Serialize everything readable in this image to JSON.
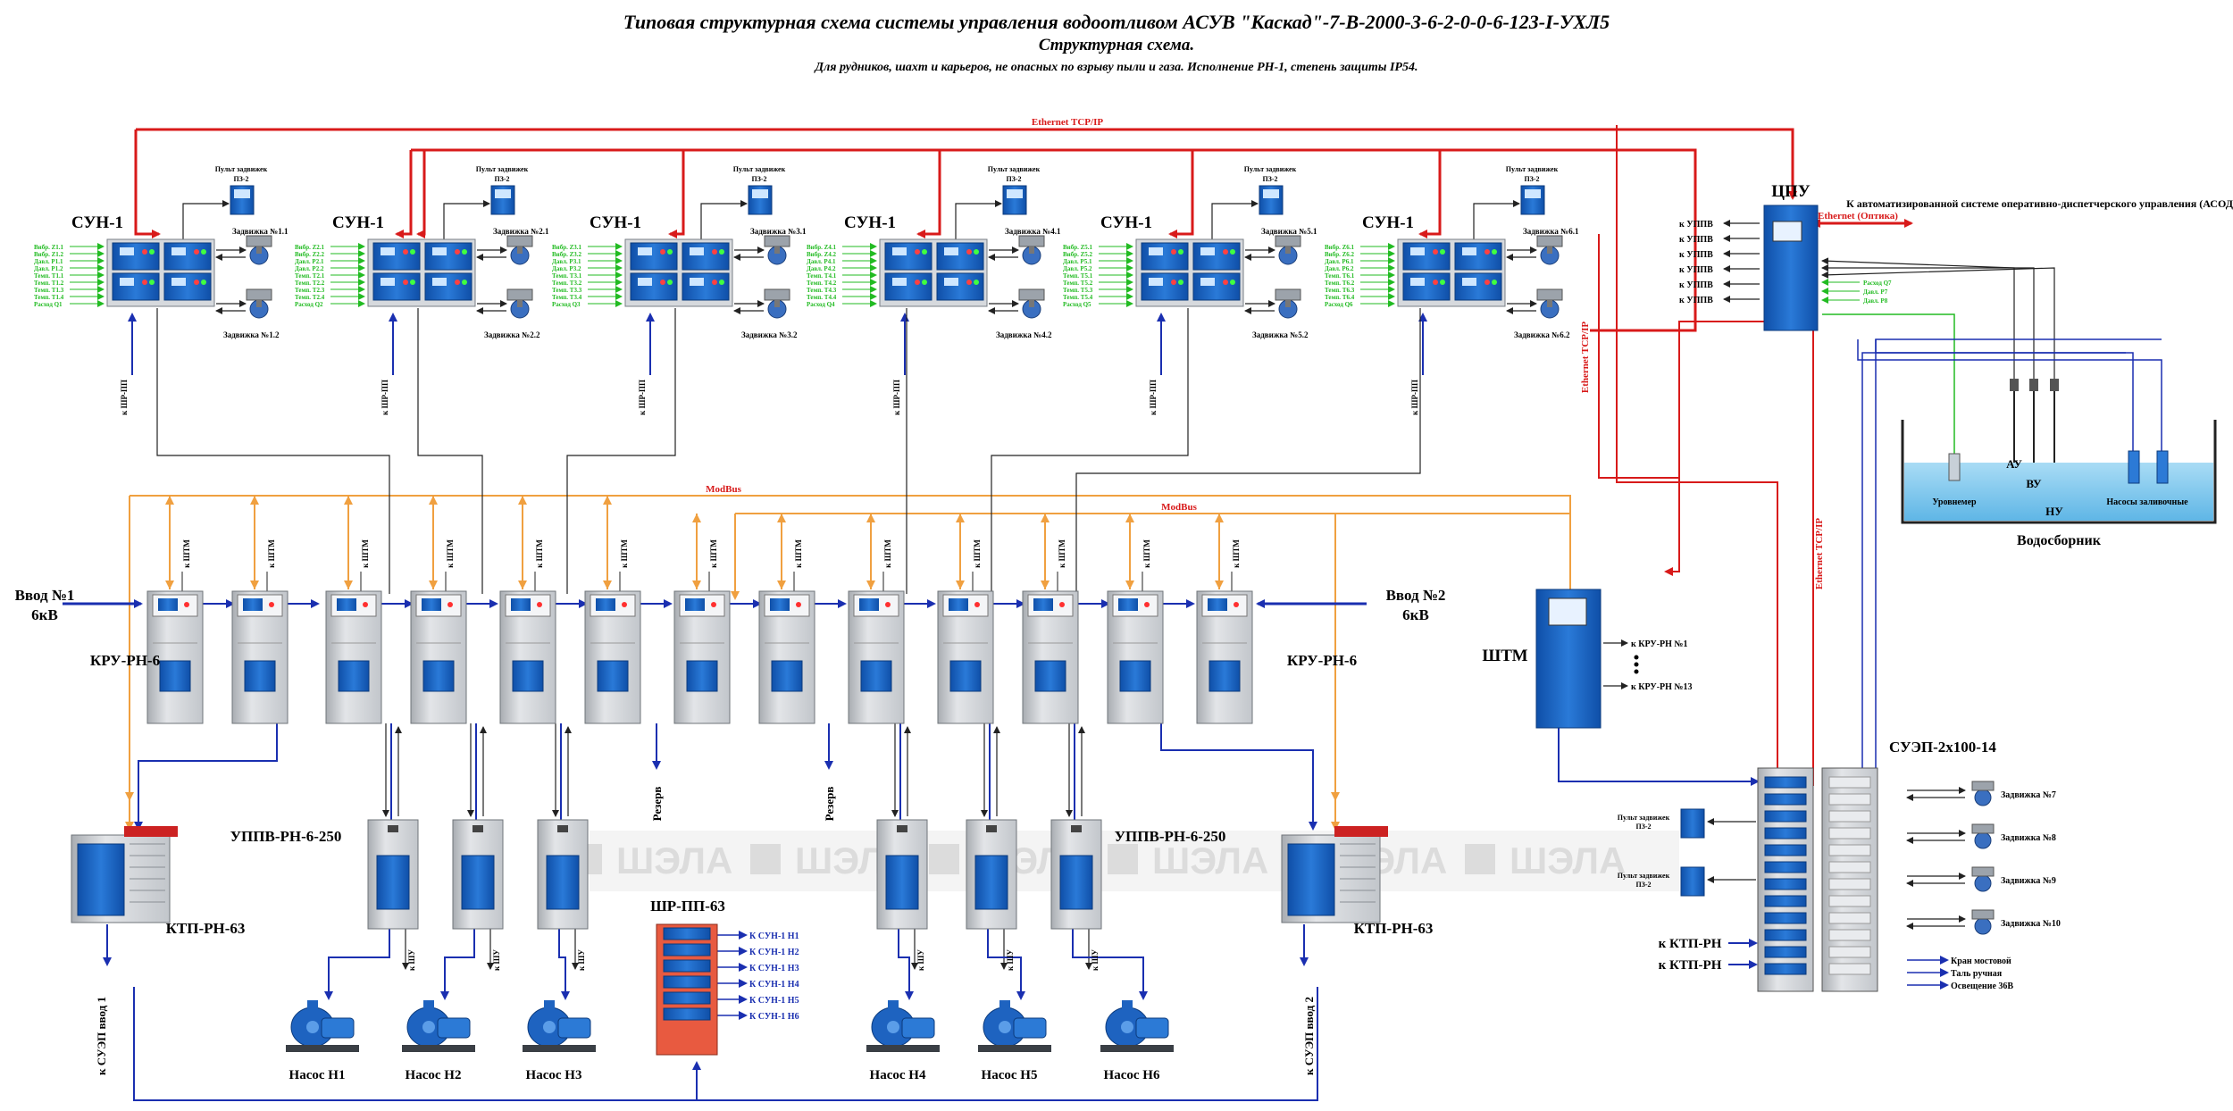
{
  "header": {
    "title": "Типовая структурная схема системы управления водоотливом АСУВ \"Каскад\"-7-В-2000-3-6-2-0-0-6-123-I-УХЛ5",
    "subtitle": "Структурная схема.",
    "note": "Для рудников, шахт и карьеров, не опасных по взрыву пыли и газа. Исполнение РН-1, степень защиты IP54."
  },
  "labels": {
    "ethernet": "Ethernet TCP/IP",
    "ethernet_optics": "Ethernet (Оптика)",
    "modbus": "ModBus",
    "sun": "СУН-1",
    "pult": "Пульт задвижек",
    "pz2": "ПЗ-2",
    "k_shr_pp": "к ШР-ПП",
    "k_shtm": "к ШТМ",
    "k_shu": "к ШУ",
    "vvod1": "Ввод №1",
    "vvod2": "Ввод №2",
    "kv": "6кВ",
    "kru": "КРУ-РН-6",
    "rezerv": "Резерв",
    "uppv": "УППВ-РН-6-250",
    "ktp": "КТП-РН-63",
    "shr": "ШР-ПП-63",
    "k_suep1": "к СУЭП ввод 1",
    "k_suep2": "к СУЭП ввод 2",
    "cpu": "ЦПУ",
    "k_uppv": "к УППВ",
    "asodu": "К автоматизированной системе оперативно-диспетчерского управления (АСОДУ)",
    "shtm": "ШТМ",
    "k_kru1": "к КРУ-РН №1",
    "k_kru13": "к КРУ-РН №13",
    "suep": "СУЭП-2х100-14",
    "k_ktp": "к КТП-РН",
    "au": "АУ",
    "vu": "ВУ",
    "nu": "НУ",
    "urovnemer": "Уровнемер",
    "nasosy_zal": "Насосы заливочные",
    "vodosbornik": "Водосборник",
    "watermark": "ШЭЛА"
  },
  "sun_inputs": [
    [
      "Вибр. Z1.1",
      "Вибр. Z1.2",
      "Давл. P1.1",
      "Давл. P1.2",
      "Темп. T1.1",
      "Темп. T1.2",
      "Темп. T1.3",
      "Темп. T1.4",
      "Расход Q1"
    ],
    [
      "Вибр. Z2.1",
      "Вибр. Z2.2",
      "Давл. P2.1",
      "Давл. P2.2",
      "Темп. T2.1",
      "Темп. T2.2",
      "Темп. T2.3",
      "Темп. T2.4",
      "Расход Q2"
    ],
    [
      "Вибр. Z3.1",
      "Вибр. Z3.2",
      "Давл. P3.1",
      "Давл. P3.2",
      "Темп. T3.1",
      "Темп. T3.2",
      "Темп. T3.3",
      "Темп. T3.4",
      "Расход Q3"
    ],
    [
      "Вибр. Z4.1",
      "Вибр. Z4.2",
      "Давл. P4.1",
      "Давл. P4.2",
      "Темп. T4.1",
      "Темп. T4.2",
      "Темп. T4.3",
      "Темп. T4.4",
      "Расход Q4"
    ],
    [
      "Вибр. Z5.1",
      "Вибр. Z5.2",
      "Давл. P5.1",
      "Давл. P5.2",
      "Темп. T5.1",
      "Темп. T5.2",
      "Темп. T5.3",
      "Темп. T5.4",
      "Расход Q5"
    ],
    [
      "Вибр. Z6.1",
      "Вибр. Z6.2",
      "Давл. P6.1",
      "Давл. P6.2",
      "Темп. T6.1",
      "Темп. T6.2",
      "Темп. T6.3",
      "Темп. T6.4",
      "Расход Q6"
    ]
  ],
  "valves_top": [
    "Задвижка №1.1",
    "Задвижка №2.1",
    "Задвижка №3.1",
    "Задвижка №4.1",
    "Задвижка №5.1",
    "Задвижка №6.1"
  ],
  "valves_bottom": [
    "Задвижка №1.2",
    "Задвижка №2.2",
    "Задвижка №3.2",
    "Задвижка №4.2",
    "Задвижка №5.2",
    "Задвижка №6.2"
  ],
  "cpu_inputs": [
    "Расход Q7",
    "Давл. P7",
    "Давл. P8"
  ],
  "pumps": [
    "Насос Н1",
    "Насос Н2",
    "Насос Н3",
    "Насос Н4",
    "Насос Н5",
    "Насос Н6"
  ],
  "shr_outputs": [
    "К СУН-1 Н1",
    "К СУН-1 Н2",
    "К СУН-1 Н3",
    "К СУН-1 Н4",
    "К СУН-1 Н5",
    "К СУН-1 Н6"
  ],
  "suep_outputs": [
    "Задвижка №7",
    "Задвижка №8",
    "Задвижка №9",
    "Задвижка №10"
  ],
  "suep_extra": [
    "Кран мостовой",
    "Таль ручная",
    "Освещение 36В"
  ],
  "colors": {
    "ethernet": "#d81a1a",
    "modbus": "#f0a040",
    "blue_line": "#1a2fb0",
    "signal_green": "#22bb22",
    "cabinet_blue": "#1a66c4",
    "cabinet_grey": "#d3d6da",
    "water": "#7cc8ee"
  }
}
